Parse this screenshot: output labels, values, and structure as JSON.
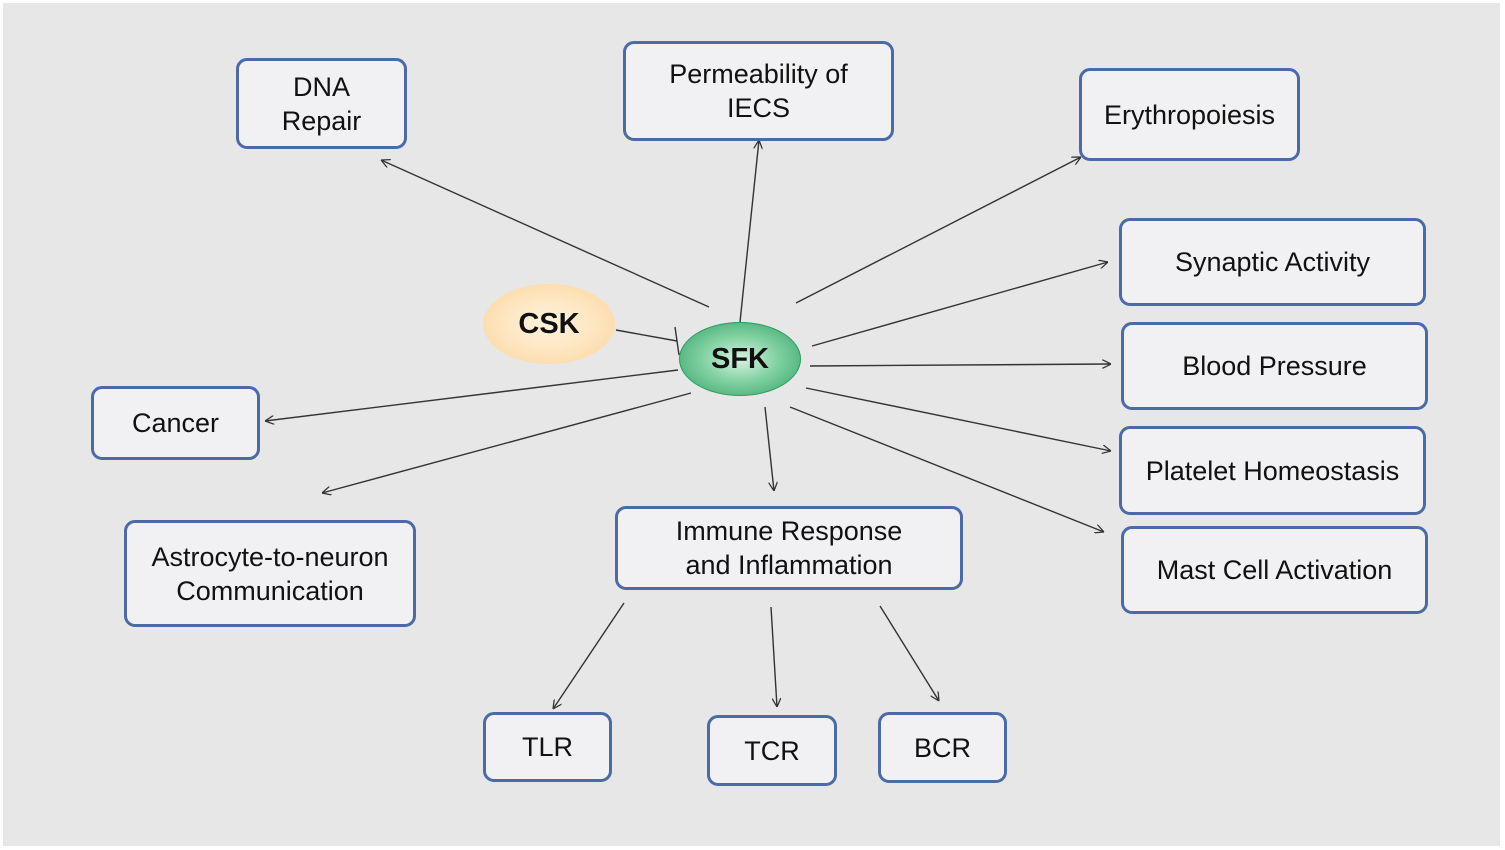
{
  "center": {
    "label": "SFK",
    "color": "#3aa56b"
  },
  "inhibitor": {
    "label": "CSK",
    "color": "#fde2b8"
  },
  "outcomes": {
    "dna_repair": "DNA\nRepair",
    "permeability": "Permeability of\nIECS",
    "erythropoiesis": "Erythropoiesis",
    "synaptic": "Synaptic Activity",
    "blood_pressure": "Blood Pressure",
    "platelet": "Platelet Homeostasis",
    "mast_cell": "Mast Cell Activation",
    "cancer": "Cancer",
    "astrocyte": "Astrocyte-to-neuron\nCommunication",
    "immune": "Immune Response\nand Inflammation"
  },
  "immune_children": {
    "tlr": "TLR",
    "tcr": "TCR",
    "bcr": "BCR"
  },
  "colors": {
    "box_border": "#4a6aa8",
    "box_fill": "#f1f1f3",
    "background": "#e7e7e7"
  }
}
